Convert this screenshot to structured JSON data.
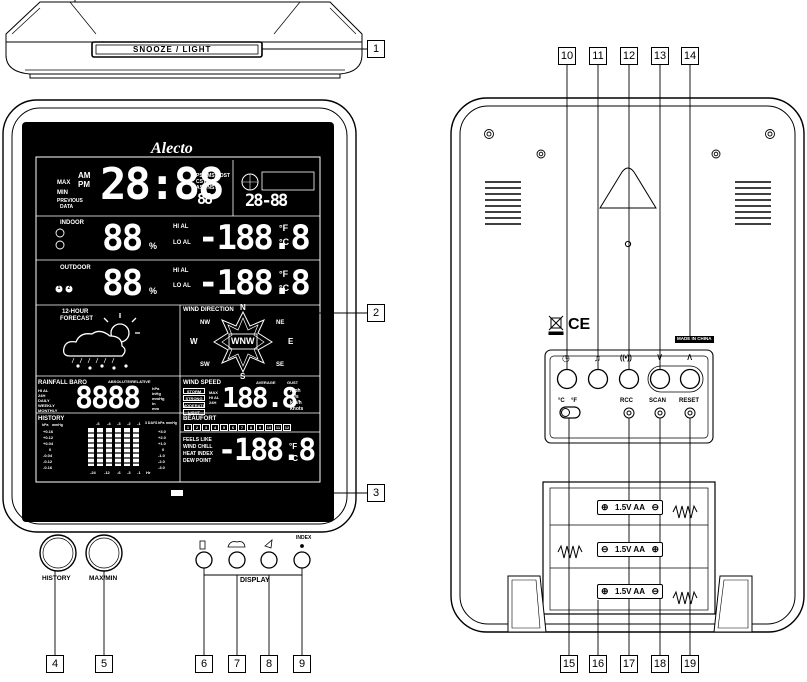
{
  "callouts": [
    "1",
    "2",
    "3",
    "4",
    "5",
    "6",
    "7",
    "8",
    "9",
    "10",
    "11",
    "12",
    "13",
    "14",
    "15",
    "16",
    "17",
    "18",
    "19"
  ],
  "top_view": {
    "snooze_label": "SNOOZE / LIGHT"
  },
  "front": {
    "brand": "Alecto",
    "clock": {
      "am": "AM",
      "pm": "PM",
      "max": "MAX",
      "min": "MIN",
      "previous": "PREVIOUS",
      "data": "DATA",
      "digits": "28:88",
      "seconds": "88",
      "zones": [
        "PST MST",
        "CST EST",
        "AST NST"
      ],
      "dst": "DST",
      "date": "28-88"
    },
    "indoor": {
      "label": "INDOOR",
      "humidity": "88",
      "pct": "%",
      "hi_al": "HI AL",
      "lo_al": "LO AL",
      "temp": "-188.8",
      "f": "°F",
      "c": "°C"
    },
    "outdoor": {
      "label": "OUTDOOR",
      "humidity": "88",
      "pct": "%",
      "ch1": "1",
      "ch2": "2",
      "hi_al": "HI AL",
      "lo_al": "LO AL",
      "temp": "-188.8",
      "f": "°F",
      "c": "°C"
    },
    "forecast": {
      "line1": "12-HOUR",
      "line2": "FORECAST"
    },
    "wind_direction": {
      "title": "WIND DIRECTION",
      "compass": [
        "N",
        "NE",
        "E",
        "SE",
        "S",
        "SW",
        "W",
        "NW"
      ],
      "center": "WNW"
    },
    "rainfall": {
      "title": "RAINFALL BARO",
      "sub": "ABSOLUTE/RELATIVE",
      "left": [
        "HI AL",
        "24H",
        "DAILY",
        "WEEKLY",
        "MONTHLY"
      ],
      "digits": "8888",
      "units": [
        "hPa",
        "inHg",
        "mmHg",
        "in",
        "mm"
      ]
    },
    "wind_speed": {
      "title": "WIND SPEED",
      "avg": "AVERAGE",
      "gust": "GUST",
      "levels": [
        "STORM",
        "STRONG",
        "MODERATE",
        "LIGHT"
      ],
      "mid": [
        "MAX",
        "HI AL",
        "24H"
      ],
      "digits": "188.8",
      "units": [
        "mph",
        "m/s",
        "km/h",
        "knots"
      ]
    },
    "beaufort": {
      "title": "BEAUFORT",
      "cells": [
        "1",
        "2",
        "3",
        "4",
        "5",
        "6",
        "7",
        "8",
        "9",
        "10",
        "11",
        "12"
      ]
    },
    "history": {
      "title": "HISTORY",
      "header": [
        "hPa",
        "mmHg",
        "-6",
        "-4",
        "-3",
        "-2",
        "-1",
        "3 DAYS",
        "hPa",
        "mmHg"
      ],
      "left_rows": [
        "+0.16",
        "+0.12",
        "+0.04",
        "0",
        "-0.04",
        "-0.12",
        "-0.16"
      ],
      "right_rows": [
        "+3.0",
        "+2.0",
        "+1.0",
        "0",
        "-1.0",
        "-2.0",
        "-3.0"
      ],
      "axis": [
        "-24",
        "-12",
        "-6",
        "-3",
        "-1",
        "Hr"
      ]
    },
    "feels": {
      "lines": [
        "FEELS LIKE",
        "WIND CHILL",
        "HEAT INDEX",
        "DEW POINT"
      ],
      "digits": "-188.8",
      "f": "°F",
      "c": "°C"
    },
    "buttons": {
      "history": "HISTORY",
      "maxmin": "MAX/MIN",
      "display": "DISPLAY",
      "index": "INDEX"
    }
  },
  "back": {
    "made_in": "MADE IN CHINA",
    "ce": "CE",
    "keys": [
      "clock",
      "alarm",
      "radio",
      "down",
      "up"
    ],
    "key_glyphs": [
      "◷",
      "♫",
      "((•))",
      "∨",
      "∧"
    ],
    "unit_switch": {
      "c": "°C",
      "f": "°F"
    },
    "rcc": "RCC",
    "scan": "SCAN",
    "reset": "RESET",
    "battery_label": "1.5V AA"
  }
}
